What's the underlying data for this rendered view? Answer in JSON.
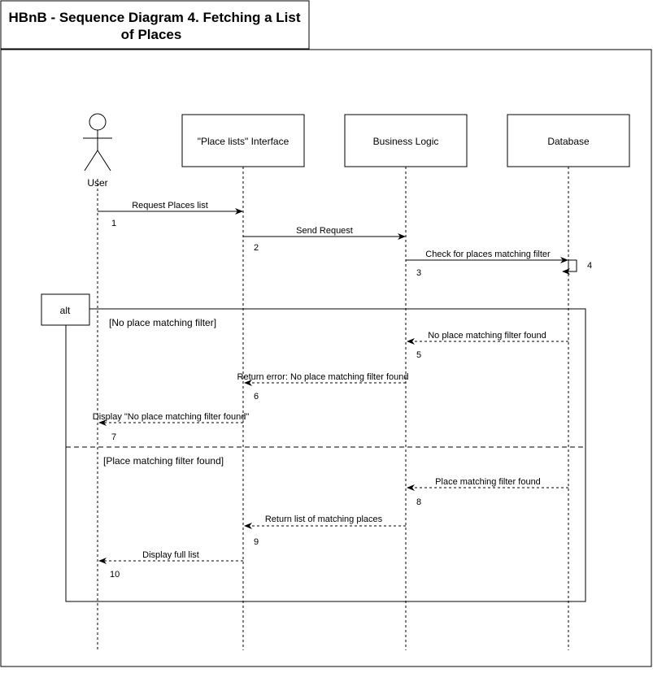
{
  "title": {
    "line1": "HBnB - Sequence Diagram 4. Fetching a List",
    "line2": "of Places"
  },
  "actor": {
    "label": "User"
  },
  "participants": [
    {
      "label": "\"Place lists\" Interface"
    },
    {
      "label": "Business Logic"
    },
    {
      "label": "Database"
    }
  ],
  "alt_frame": {
    "label": "alt",
    "guard1": "[No place matching filter]",
    "guard2": "[Place matching filter found]"
  },
  "messages": [
    {
      "label": "Request Places list",
      "number": "1"
    },
    {
      "label": "Send Request",
      "number": "2"
    },
    {
      "label": "Check for places matching filter",
      "number": "3"
    },
    {
      "label": "",
      "number": "4"
    },
    {
      "label": "No place matching filter found",
      "number": "5"
    },
    {
      "label": "Return error: No place matching filter found",
      "number": "6"
    },
    {
      "label": "Display \"No place matching filter found\"",
      "number": "7"
    },
    {
      "label": "Place matching filter found",
      "number": "8"
    },
    {
      "label": "Return list of matching places",
      "number": "9"
    },
    {
      "label": "Display full list",
      "number": "10"
    }
  ]
}
